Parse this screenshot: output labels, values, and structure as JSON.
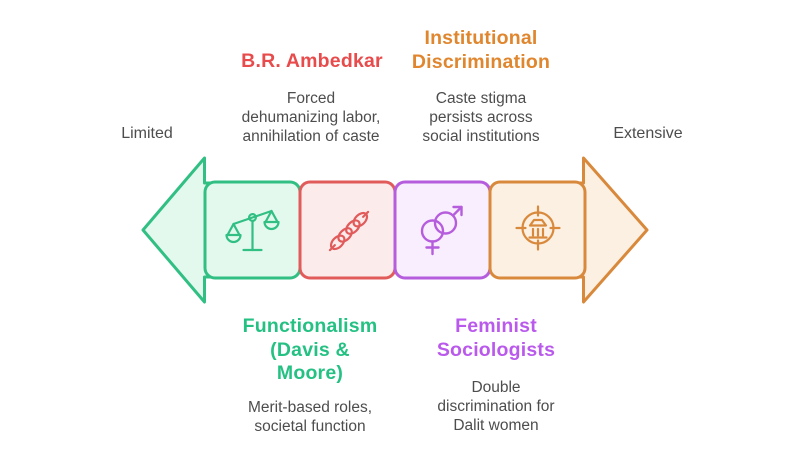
{
  "palette": {
    "text": "#4d4d4d",
    "green": {
      "stroke": "#31bf83",
      "fill": "#e3f9ee",
      "heading": "#25c183"
    },
    "red": {
      "stroke": "#e15b5b",
      "fill": "#fcebeb",
      "heading": "#e84b4b"
    },
    "purple": {
      "stroke": "#b55ddd",
      "fill": "#f8eefd",
      "heading": "#ba5aec"
    },
    "orange": {
      "stroke": "#d8893c",
      "fill": "#fcf0e3",
      "heading": "#e0862e"
    }
  },
  "scale": {
    "left_label": "Limited",
    "right_label": "Extensive"
  },
  "annotations": {
    "top_left": {
      "title": "B.R. Ambedkar",
      "description": "Forced\ndehumanizing labor,\nannihilation of caste"
    },
    "top_right": {
      "title": "Institutional\nDiscrimination",
      "description": "Caste stigma\npersists across\nsocial institutions"
    },
    "bottom_left": {
      "title": "Functionalism\n(Davis &\nMoore)",
      "description": "Merit-based roles,\nsocietal function"
    },
    "bottom_right": {
      "title": "Feminist\nSociologists",
      "description": "Double\ndiscrimination for\nDalit women"
    }
  },
  "segments": [
    {
      "id": "functionalism",
      "icon": "balance-scale-icon",
      "color": "green"
    },
    {
      "id": "ambedkar",
      "icon": "chains-icon",
      "color": "red"
    },
    {
      "id": "feminist",
      "icon": "gender-symbols-icon",
      "color": "purple"
    },
    {
      "id": "institutional",
      "icon": "institution-target-icon",
      "color": "orange"
    }
  ]
}
